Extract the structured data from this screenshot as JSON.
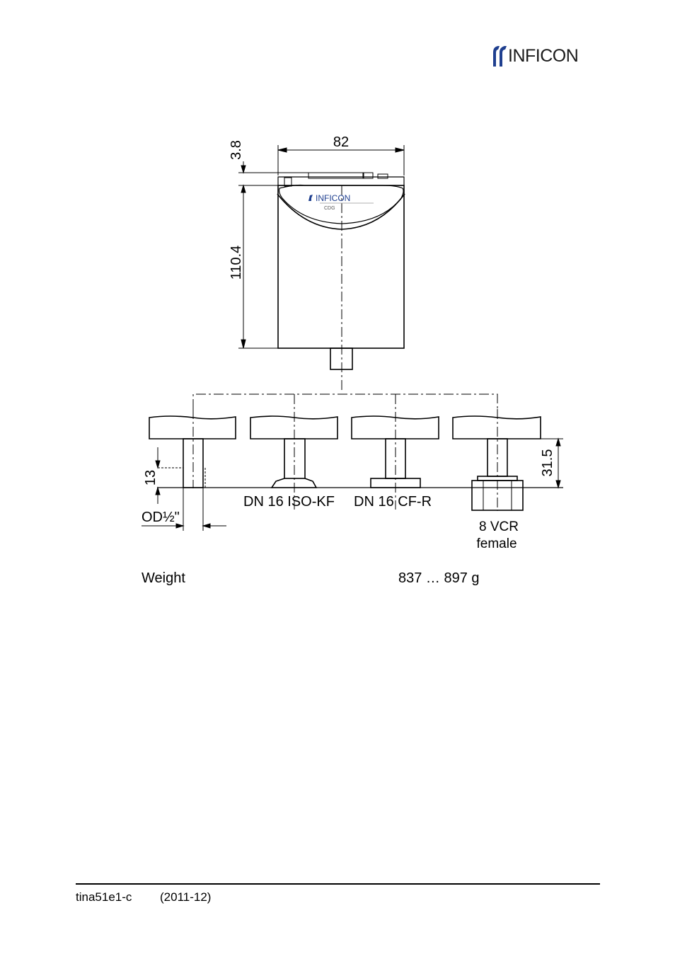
{
  "header": {
    "brand": "INFICON"
  },
  "drawing": {
    "dim_width": "82",
    "dim_top": "3.8",
    "dim_height": "110.4",
    "dim_stub": "13",
    "dim_flange": "31.5",
    "label_od": "OD½\"",
    "label_kf": "DN 16 ISO-KF",
    "label_cf": "DN 16 CF-R",
    "label_vcr": "8 VCR",
    "label_vcr_sub": "female",
    "device_brand": "INFICON",
    "device_model": "CDG"
  },
  "specs": {
    "weight_label": "Weight",
    "weight_value": "837 … 897 g"
  },
  "footer": {
    "doc_id": "tina51e1-c",
    "date": "(2011-12)"
  },
  "colors": {
    "logo_blue": "#1f3f8f",
    "line": "#000000"
  }
}
